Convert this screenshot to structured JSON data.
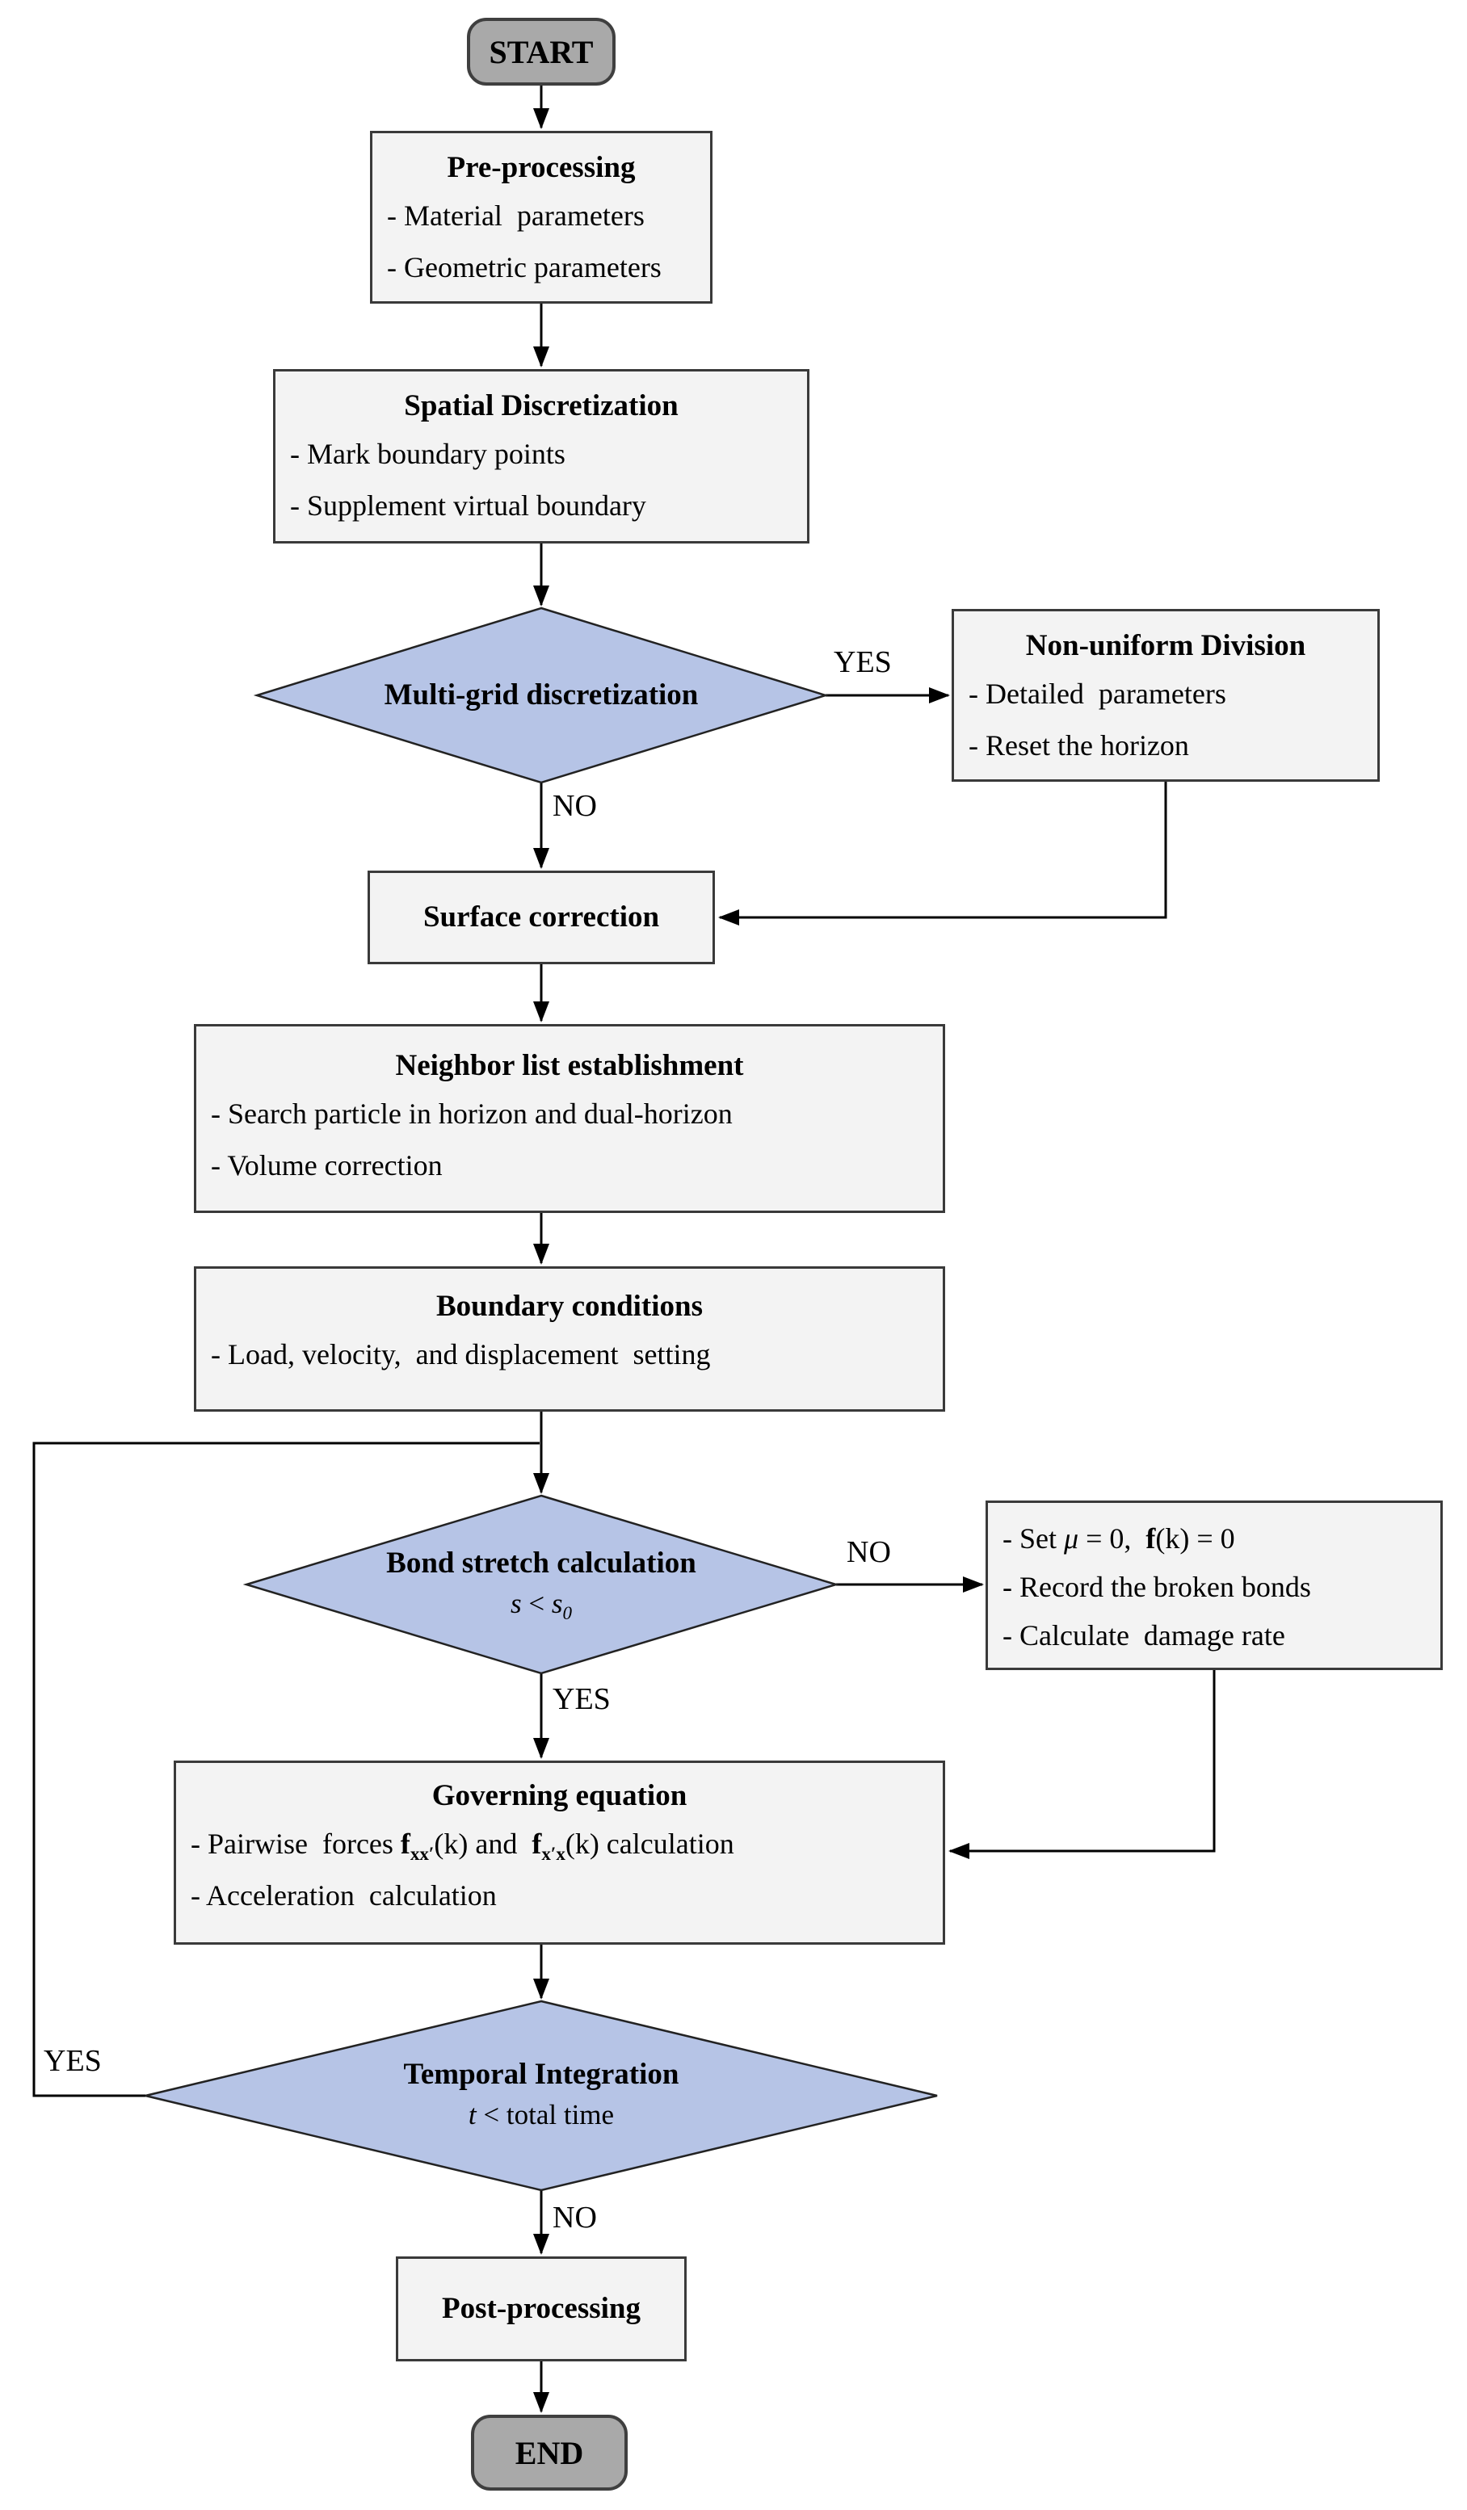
{
  "flowchart": {
    "terminators": {
      "start": "START",
      "end": "END"
    },
    "boxes": {
      "pre": {
        "title": "Pre-processing",
        "items": [
          "- Material  parameters",
          "- Geometric parameters"
        ]
      },
      "spatial": {
        "title": "Spatial Discretization",
        "items": [
          "- Mark boundary points",
          "- Supplement virtual boundary"
        ]
      },
      "nonuniform": {
        "title": "Non-uniform Division",
        "items": [
          "- Detailed  parameters",
          "- Reset the horizon"
        ]
      },
      "surface": {
        "title": "Surface correction"
      },
      "neighbor": {
        "title": "Neighbor list establishment",
        "items": [
          "- Search particle in horizon and dual-horizon",
          "- Volume correction"
        ]
      },
      "boundary": {
        "title": "Boundary conditions",
        "items": [
          "- Load, velocity,  and displacement  setting"
        ]
      },
      "bond_break": {
        "set_line_parts": [
          "- Set ",
          "μ",
          " = 0,  ",
          "f",
          "(k) = 0"
        ],
        "items": [
          "- Record the broken bonds",
          "- Calculate  damage rate"
        ]
      },
      "governing": {
        "title": "Governing equation",
        "pairwise_parts": [
          "- Pairwise  forces ",
          "f",
          "xx′",
          "(k) and  ",
          "f",
          "x′x",
          "(k) calculation"
        ],
        "items": [
          "- Acceleration  calculation"
        ]
      },
      "post": {
        "title": "Post-processing"
      }
    },
    "decisions": {
      "multigrid": {
        "title": "Multi-grid discretization"
      },
      "bond": {
        "title": "Bond stretch calculation",
        "cond_parts": [
          "s",
          " < ",
          "s",
          "0"
        ]
      },
      "temporal": {
        "title": "Temporal Integration",
        "cond_parts": [
          "t",
          " < total time"
        ]
      }
    },
    "edge_labels": {
      "multigrid_yes": "YES",
      "multigrid_no": "NO",
      "bond_no": "NO",
      "bond_yes": "YES",
      "temporal_yes": "YES",
      "temporal_no": "NO"
    },
    "colors": {
      "decision_fill": "#b6c4e6",
      "decision_border": "#222222",
      "process_fill": "#f3f3f3",
      "process_border": "#3a3a3a",
      "terminator_fill": "#a9a9a9",
      "line": "#000000"
    }
  }
}
